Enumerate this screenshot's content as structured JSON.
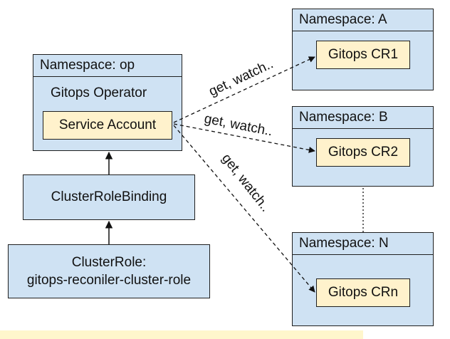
{
  "operator_box": {
    "namespace": "Namespace: op",
    "title": "Gitops Operator",
    "service_account": "Service Account"
  },
  "cluster_role_binding": {
    "label": "ClusterRoleBinding"
  },
  "cluster_role": {
    "line1": "ClusterRole:",
    "line2": "gitops-reconiler-cluster-role"
  },
  "namespaces": [
    {
      "header": "Namespace: A",
      "cr": "Gitops CR1"
    },
    {
      "header": "Namespace: B",
      "cr": "Gitops CR2"
    },
    {
      "header": "Namespace: N",
      "cr": "Gitops CRn"
    }
  ],
  "edges": [
    {
      "label": "get, watch.."
    },
    {
      "label": "get, watch.."
    },
    {
      "label": "get, watch.."
    }
  ]
}
